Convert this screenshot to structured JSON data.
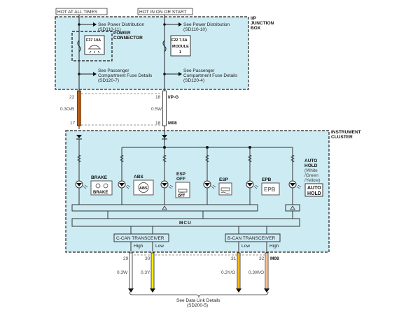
{
  "top_labels": {
    "hot_at_all_times": "HOT AT ALL TIMES",
    "hot_in_on_or_start": "HOT IN ON OR START"
  },
  "junction_box": {
    "title_line1": "I/P",
    "title_line2": "JUNCTION",
    "title_line3": "BOX",
    "power_connector_line1": "POWER",
    "power_connector_line2": "CONNECTOR",
    "fuse_left": "F37 10A",
    "fuse_right": "F22 7.5A",
    "module_line1": "MODULE",
    "module_line2": "1",
    "ref_left_top_line1": "See Power Distribution",
    "ref_left_top_line2": "(SD110-11)",
    "ref_right_top_line1": "See Power Distribution",
    "ref_right_top_line2": "(SD110-10)",
    "ref_left_bottom_line1": "See Passenger",
    "ref_left_bottom_line2": "Compartment Fuse Details",
    "ref_left_bottom_line3": "(SD120-7)",
    "ref_right_bottom_line1": "See Passenger",
    "ref_right_bottom_line2": "Compartment Fuse Details",
    "ref_right_bottom_line3": "(SD120-4)"
  },
  "upper_wires": {
    "left_pin_top": "22",
    "left_pin_bottom": "17",
    "left_wire": "0.3O/B",
    "right_pin_top": "18",
    "right_pin_bottom": "18",
    "right_wire": "0.5W",
    "connector_top": "I/P-G",
    "connector_bottom": "M08"
  },
  "cluster": {
    "title_line1": "INSTRUMENT",
    "title_line2": "CLUSTER",
    "indicators": [
      {
        "label": "BRAKE",
        "icon_text": "BRAKE"
      },
      {
        "label": "ABS",
        "icon_text": "ABS"
      },
      {
        "label_line1": "ESP",
        "label_line2": "OFF",
        "icon_text": "OFF"
      },
      {
        "label": "ESP"
      },
      {
        "label": "EPB",
        "icon_text": "EPB"
      },
      {
        "label_line1": "AUTO",
        "label_line2": "HOLD",
        "note_line1": "(White",
        "note_line2": "/Green",
        "note_line3": "/Yellow)",
        "icon_line1": "AUTO",
        "icon_line2": "HOLD"
      }
    ],
    "mcu": "MCU",
    "c_can": "C-CAN TRANSCEIVER",
    "b_can": "B-CAN TRANSCEIVER",
    "high": "High",
    "low": "Low"
  },
  "lower_wires": {
    "pins": [
      "29",
      "30",
      "31",
      "32"
    ],
    "wires": [
      "0.3W",
      "0.3Y",
      "0.3Y/O",
      "0.3W/O"
    ],
    "connector": "M08",
    "colors": {
      "white": "#ffffff",
      "yellow": "#ffee00",
      "orange": "#f08020"
    }
  },
  "footer": {
    "line1": "See Data Link Details",
    "line2": "(SD200-5)"
  },
  "colors": {
    "box_fill": "#cdebf3",
    "wire_orange": "#f07818",
    "line": "#333333"
  }
}
